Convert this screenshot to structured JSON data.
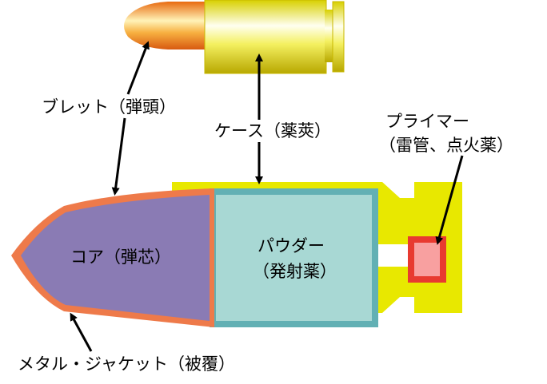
{
  "labels": {
    "bullet": "ブレット（弾頭）",
    "case": "ケース（薬莢）",
    "primer_line1": "プライマー",
    "primer_line2": "（雷管、点火薬）",
    "core": "コア（弾芯）",
    "powder_line1": "パウダー",
    "powder_line2": "（発射薬）",
    "jacket": "メタル・ジャケット（被覆）"
  },
  "colors": {
    "case_yellow": "#e8e800",
    "bullet_core": "#8a7bb4",
    "jacket_orange": "#ee7a4a",
    "powder_fill": "#a8d8d4",
    "powder_border": "#62b0b4",
    "primer_red": "#e83a30",
    "primer_fill": "#f8a0a0",
    "arrow": "#000000"
  }
}
